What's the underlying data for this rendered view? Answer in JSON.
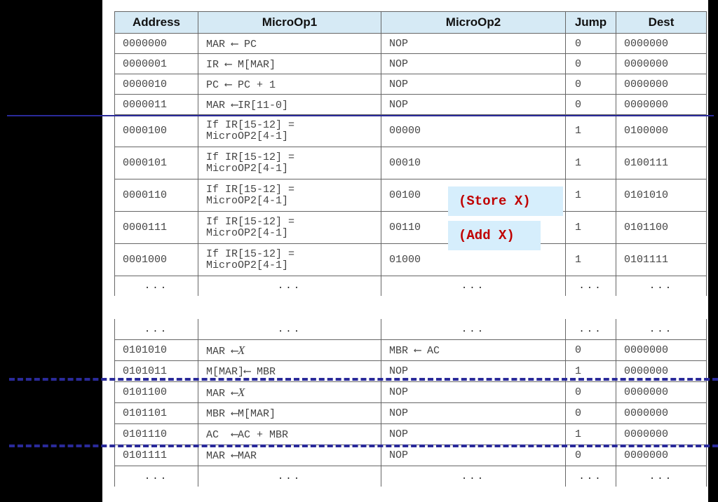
{
  "table": {
    "headers": [
      "Address",
      "MicroOp1",
      "MicroOp2",
      "Jump",
      "Dest"
    ],
    "upper_rows": [
      {
        "address": "0000000",
        "microop1": "MAR ⟵ PC",
        "microop2": "NOP",
        "jump": "0",
        "dest": "0000000"
      },
      {
        "address": "0000001",
        "microop1": "IR ⟵ M[MAR]",
        "microop2": "NOP",
        "jump": "0",
        "dest": "0000000"
      },
      {
        "address": "0000010",
        "microop1": "PC ⟵ PC + 1",
        "microop2": "NOP",
        "jump": "0",
        "dest": "0000000"
      },
      {
        "address": "0000011",
        "microop1": "MAR ⟵IR[11-0]",
        "microop2": "NOP",
        "jump": "0",
        "dest": "0000000"
      },
      {
        "address": "0000100",
        "microop1": "If IR[15-12] =\nMicroOP2[4-1]",
        "microop2": "00000",
        "jump": "1",
        "dest": "0100000"
      },
      {
        "address": "0000101",
        "microop1": "If IR[15-12] =\nMicroOP2[4-1]",
        "microop2": "00010",
        "jump": "1",
        "dest": "0100111"
      },
      {
        "address": "0000110",
        "microop1": "If IR[15-12] =\nMicroOP2[4-1]",
        "microop2": "00100",
        "jump": "1",
        "dest": "0101010"
      },
      {
        "address": "0000111",
        "microop1": "If IR[15-12] =\nMicroOP2[4-1]",
        "microop2": "00110",
        "jump": "1",
        "dest": "0101100"
      },
      {
        "address": "0001000",
        "microop1": "If IR[15-12] =\nMicroOP2[4-1]",
        "microop2": "01000",
        "jump": "1",
        "dest": "0101111"
      }
    ],
    "ellipsis": "...",
    "lower_rows": [
      {
        "address": "0101010",
        "microop1_left": "MAR ⟵",
        "microop1_var": "X",
        "microop2": "MBR ⟵ AC",
        "jump": "0",
        "dest": "0000000"
      },
      {
        "address": "0101011",
        "microop1": "M[MAR]⟵ MBR",
        "microop2": "NOP",
        "jump": "1",
        "dest": "0000000"
      },
      {
        "address": "0101100",
        "microop1_left": "MAR ⟵",
        "microop1_var": "X",
        "microop2": "NOP",
        "jump": "0",
        "dest": "0000000"
      },
      {
        "address": "0101101",
        "microop1": "MBR ⟵M[MAR]",
        "microop2": "NOP",
        "jump": "0",
        "dest": "0000000"
      },
      {
        "address": "0101110",
        "microop1": "AC  ⟵AC + MBR",
        "microop2": "NOP",
        "jump": "1",
        "dest": "0000000"
      },
      {
        "address": "0101111",
        "microop1": "MAR ⟵MAR",
        "microop2": "NOP",
        "jump": "0",
        "dest": "0000000"
      }
    ]
  },
  "annotations": {
    "store": "(Store X)",
    "add": "(Add X)"
  },
  "colors": {
    "header_bg": "#d6eaf5",
    "annotation_bg": "#d6eefc",
    "annotation_text": "#c00000",
    "divider_line": "#2a2a9a"
  }
}
